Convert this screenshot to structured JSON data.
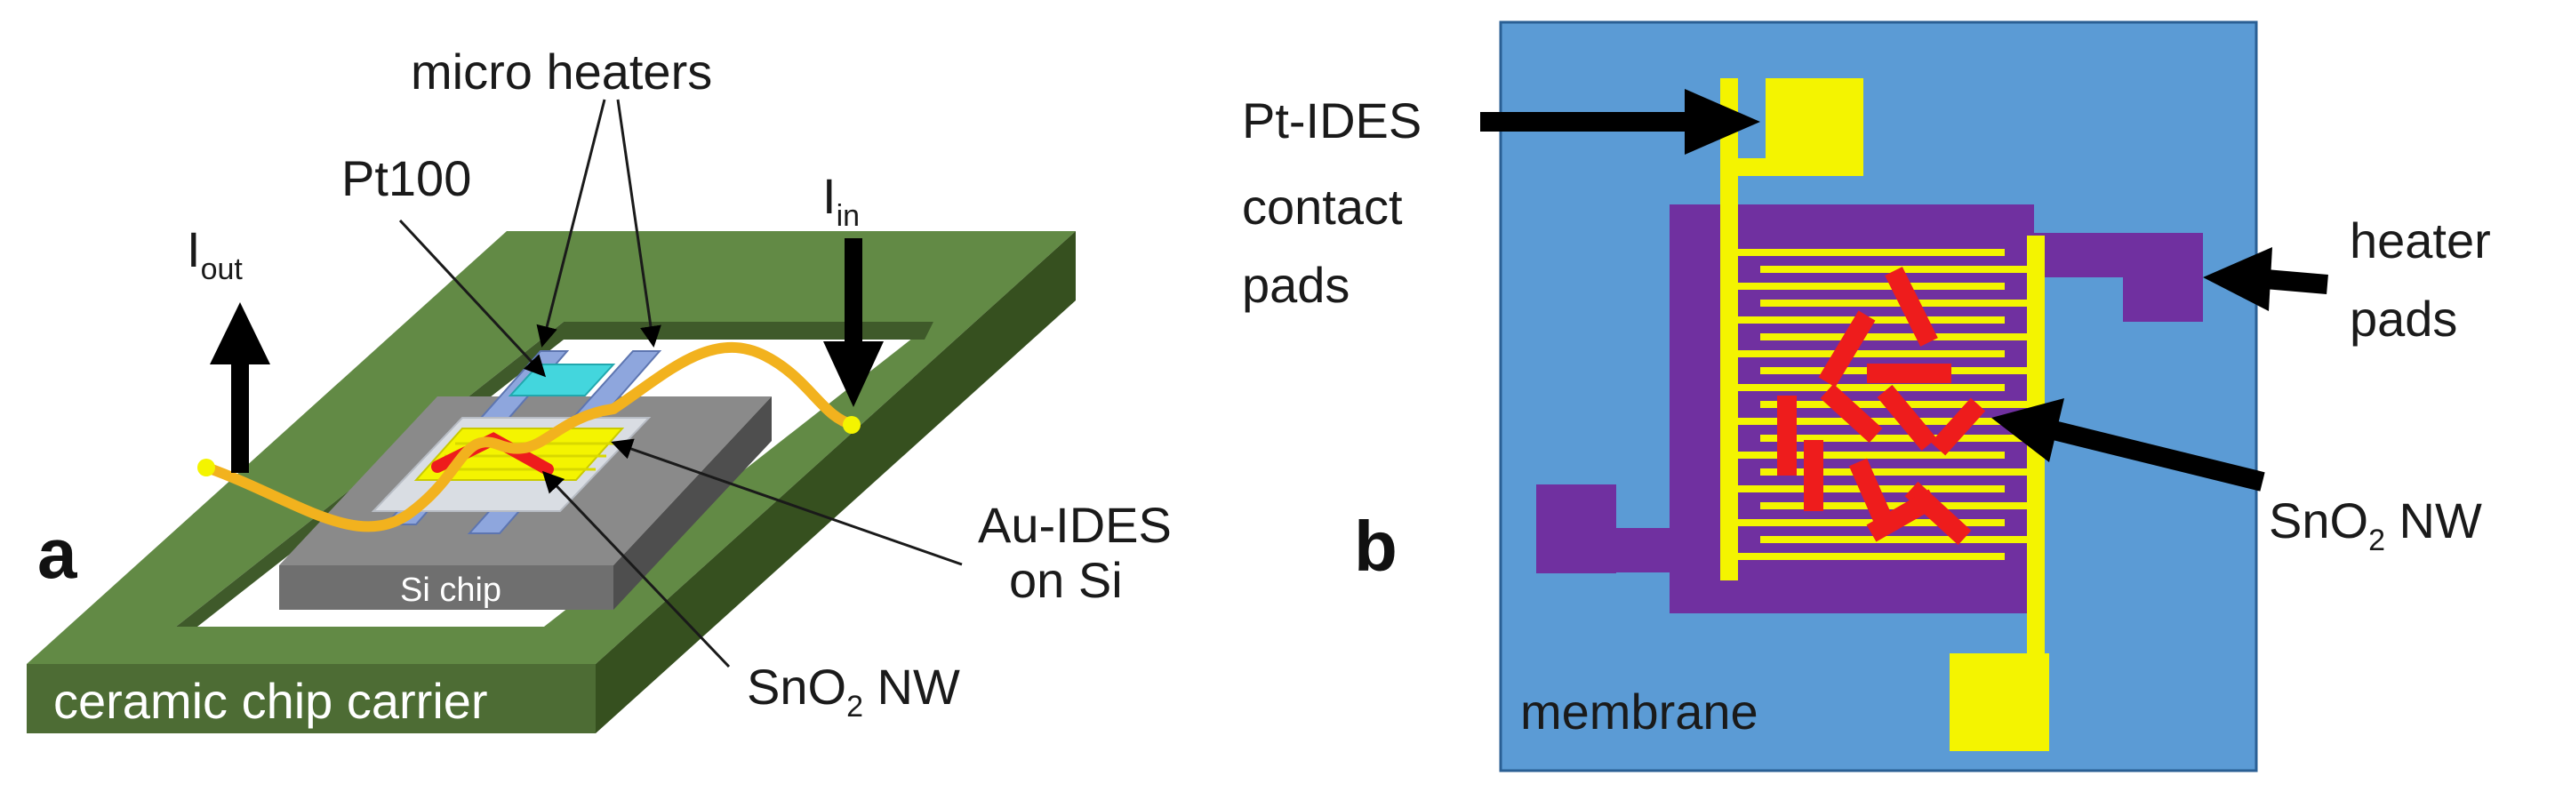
{
  "panel_a": {
    "letter": "a",
    "carrier_label": "ceramic chip carrier",
    "chip_label": "Si chip",
    "micro_heaters_label": "micro heaters",
    "pt100_label": "Pt100",
    "i_out": {
      "main": "I",
      "sub": "out"
    },
    "i_in": {
      "main": "I",
      "sub": "in"
    },
    "au_ides_line1": "Au-IDES",
    "au_ides_line2": "on Si",
    "sno2": {
      "pre": "SnO",
      "sub": "2",
      "post": " NW"
    }
  },
  "panel_b": {
    "letter": "b",
    "contact_pads_lines": [
      "Pt-IDES",
      "contact",
      "pads"
    ],
    "heater_pads_lines": [
      "heater",
      "pads"
    ],
    "membrane_label": "membrane",
    "sno2": {
      "pre": "SnO",
      "sub": "2",
      "post": " NW"
    }
  },
  "colors": {
    "carrier_green": "#5a7a3e",
    "chip_gray": "#6f6f6f",
    "heater_blue": "#8ea6dd",
    "pt100_cyan": "#43d6dd",
    "electrode_yellow": "#f4f400",
    "wire_orange": "#f2b21e",
    "nanowire_red": "#ee1c1c",
    "membrane_blue": "#5b9bd5",
    "heater_purple": "#7030a0"
  }
}
